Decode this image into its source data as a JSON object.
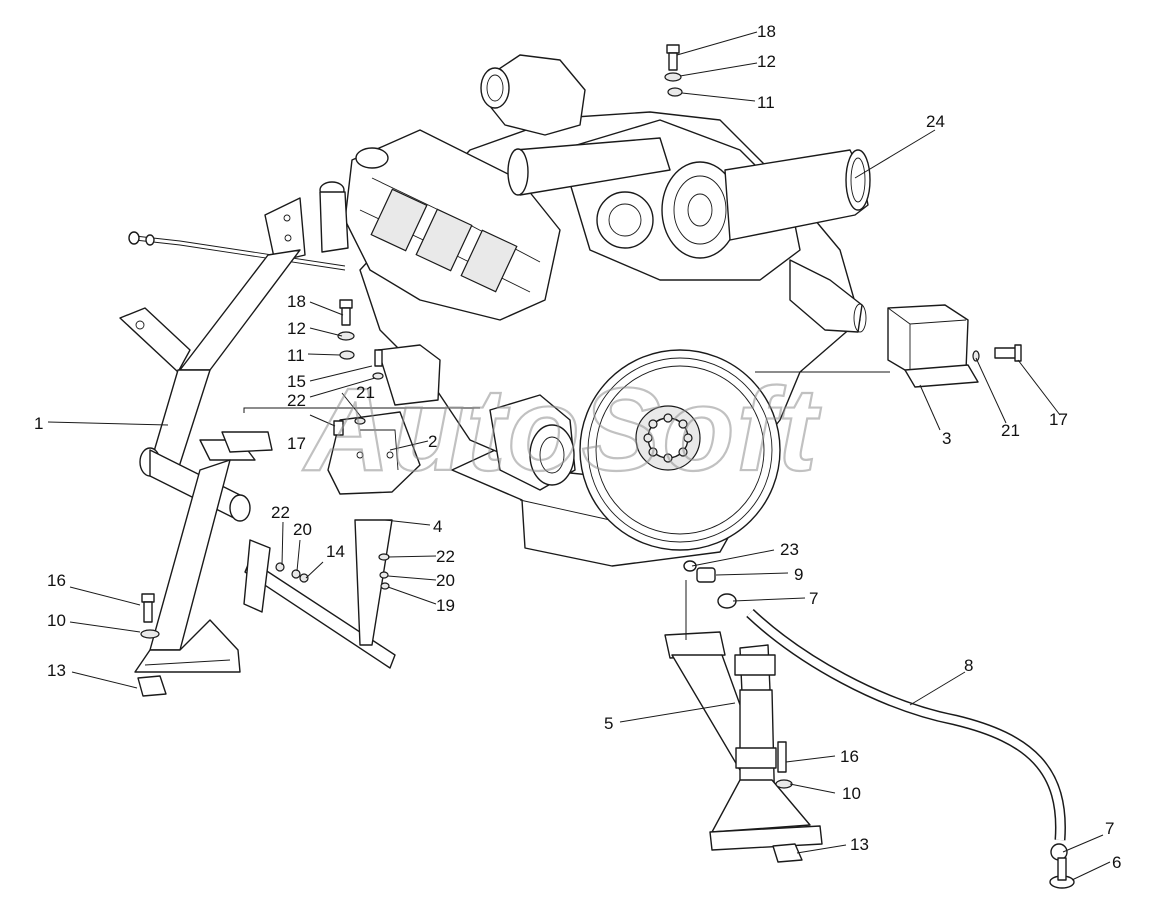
{
  "watermark": "AutoSoft",
  "callouts": [
    {
      "id": "c18-top",
      "label": "18"
    },
    {
      "id": "c12-top",
      "label": "12"
    },
    {
      "id": "c11-top",
      "label": "11"
    },
    {
      "id": "c24",
      "label": "24"
    },
    {
      "id": "c18-left",
      "label": "18"
    },
    {
      "id": "c12-left",
      "label": "12"
    },
    {
      "id": "c11-left",
      "label": "11"
    },
    {
      "id": "c15",
      "label": "15"
    },
    {
      "id": "c22-a",
      "label": "22"
    },
    {
      "id": "c21-left",
      "label": "21"
    },
    {
      "id": "c1",
      "label": "1"
    },
    {
      "id": "c17-left",
      "label": "17"
    },
    {
      "id": "c2",
      "label": "2"
    },
    {
      "id": "c3",
      "label": "3"
    },
    {
      "id": "c21-right",
      "label": "21"
    },
    {
      "id": "c17-right",
      "label": "17"
    },
    {
      "id": "c4",
      "label": "4"
    },
    {
      "id": "c22-b",
      "label": "22"
    },
    {
      "id": "c20-a",
      "label": "20"
    },
    {
      "id": "c14",
      "label": "14"
    },
    {
      "id": "c22-c",
      "label": "22"
    },
    {
      "id": "c20-b",
      "label": "20"
    },
    {
      "id": "c19",
      "label": "19"
    },
    {
      "id": "c23",
      "label": "23"
    },
    {
      "id": "c9",
      "label": "9"
    },
    {
      "id": "c7-top",
      "label": "7"
    },
    {
      "id": "c16-left",
      "label": "16"
    },
    {
      "id": "c10-left",
      "label": "10"
    },
    {
      "id": "c13-left",
      "label": "13"
    },
    {
      "id": "c8",
      "label": "8"
    },
    {
      "id": "c5",
      "label": "5"
    },
    {
      "id": "c16-right",
      "label": "16"
    },
    {
      "id": "c10-right",
      "label": "10"
    },
    {
      "id": "c7-bottom",
      "label": "7"
    },
    {
      "id": "c13-right",
      "label": "13"
    },
    {
      "id": "c6",
      "label": "6"
    }
  ]
}
